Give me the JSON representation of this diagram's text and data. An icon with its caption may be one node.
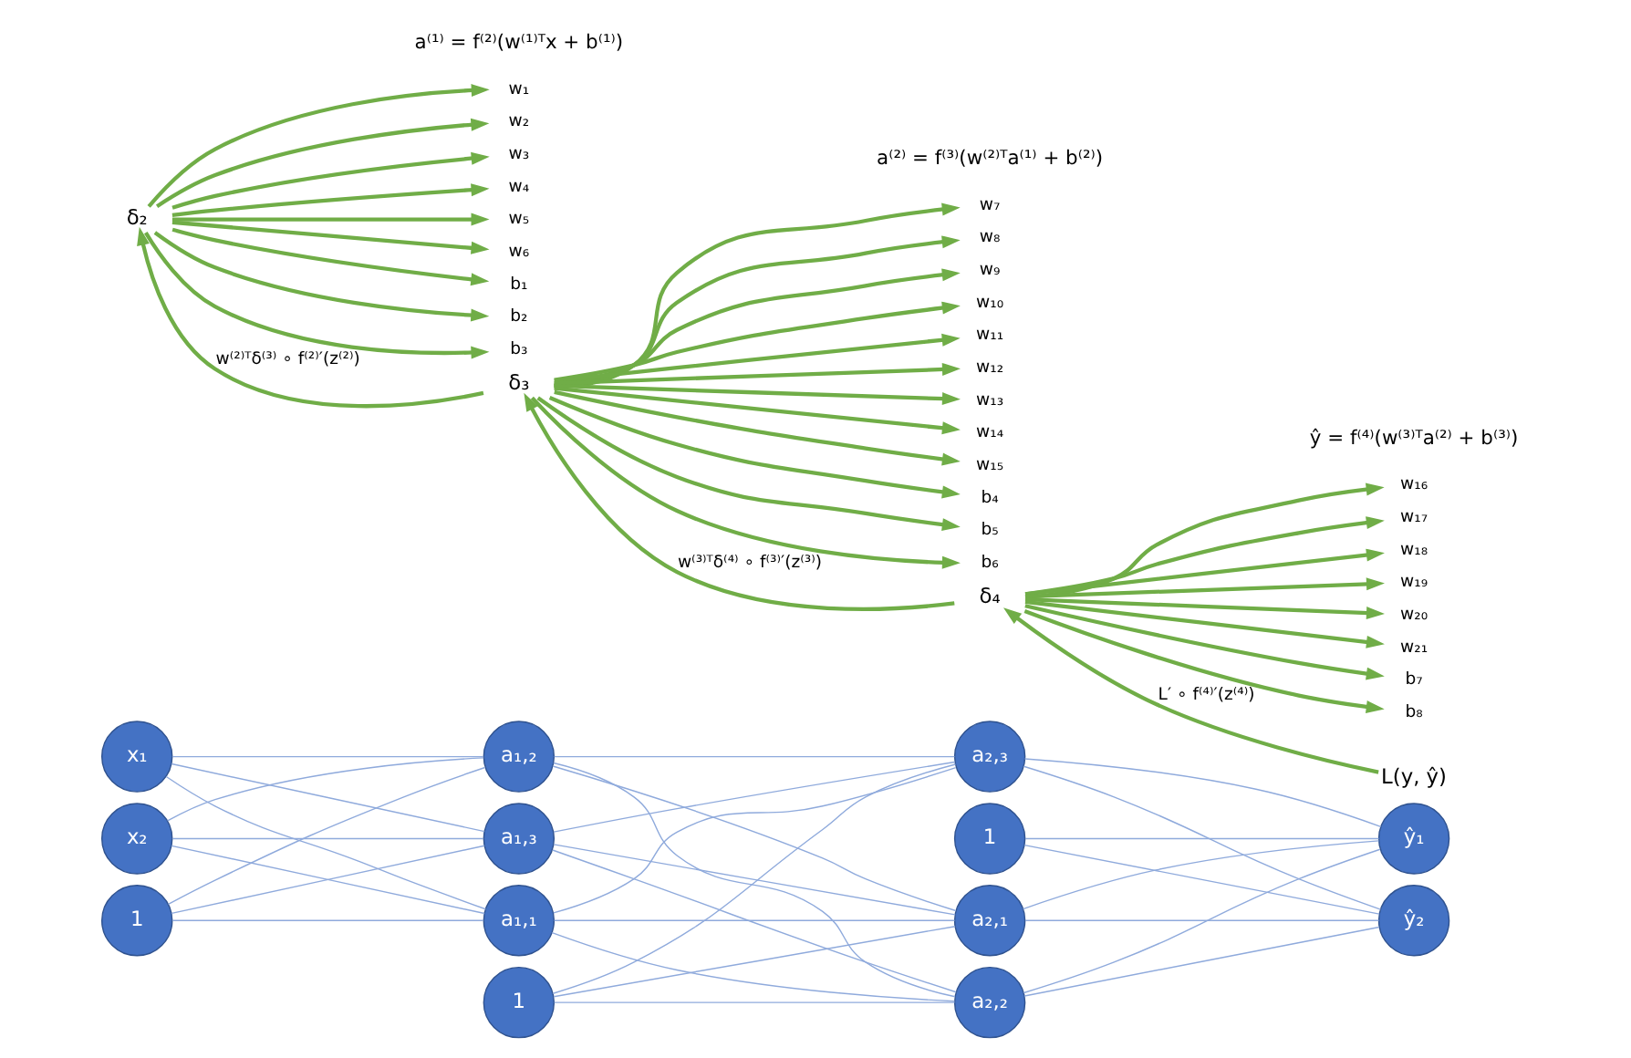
{
  "diagram": {
    "nodes": [
      {
        "text": [
          "x₁"
        ]
      },
      {
        "text": [
          "x₂"
        ]
      },
      {
        "text": [
          "1"
        ]
      },
      {
        "text": [
          "a₁,₁"
        ]
      },
      {
        "text": [
          "a₁,₂"
        ]
      },
      {
        "text": [
          "a₁,₃"
        ]
      },
      {
        "text": [
          "1"
        ]
      },
      {
        "text": [
          "a₂,₁"
        ]
      },
      {
        "text": [
          "a₂,₂"
        ]
      },
      {
        "text": [
          "a₂,₃"
        ]
      },
      {
        "text": [
          "1"
        ]
      },
      {
        "text": [
          "ŷ₁"
        ]
      },
      {
        "text": [
          "ŷ₂"
        ]
      },
      {
        "text": [
          "w₁"
        ]
      },
      {
        "text": [
          "w₂"
        ]
      },
      {
        "text": [
          "w₃"
        ]
      },
      {
        "text": [
          "w₄"
        ]
      },
      {
        "text": [
          "w₅"
        ]
      },
      {
        "text": [
          "w₆"
        ]
      },
      {
        "text": [
          "w₇"
        ]
      },
      {
        "text": [
          "w₈"
        ]
      },
      {
        "text": [
          "w₉"
        ]
      },
      {
        "text": [
          "w₁₀"
        ]
      },
      {
        "text": [
          "w₁₁"
        ]
      },
      {
        "text": [
          "w₁₂"
        ]
      },
      {
        "text": [
          "w₁₃"
        ]
      },
      {
        "text": [
          "w₁₄"
        ]
      },
      {
        "text": [
          "w₁₅"
        ]
      },
      {
        "text": [
          "w₁₆"
        ]
      },
      {
        "text": [
          "w₁₇"
        ]
      },
      {
        "text": [
          "w₁₈"
        ]
      },
      {
        "text": [
          "w₁₉"
        ]
      },
      {
        "text": [
          "w₂₀"
        ]
      },
      {
        "text": [
          "w₂₁"
        ]
      },
      {
        "text": [
          "b₁"
        ]
      },
      {
        "text": [
          "b₂"
        ]
      },
      {
        "text": [
          "b₃"
        ]
      },
      {
        "text": [
          "b₄"
        ]
      },
      {
        "text": [
          "b₅"
        ]
      },
      {
        "text": [
          "b₆"
        ]
      },
      {
        "text": [
          "b₇"
        ]
      },
      {
        "text": [
          "b₈"
        ]
      },
      {
        "text": [
          "δ₂"
        ]
      },
      {
        "text": [
          "δ₃"
        ]
      },
      {
        "text": [
          "δ₄"
        ]
      },
      {
        "text": [
          "L(y, ŷ)"
        ]
      }
    ],
    "edges": [
      {
        "from": 0,
        "to": 3,
        "arrow": "none",
        "color": "#8faadc"
      },
      {
        "from": 0,
        "to": 4,
        "arrow": "none",
        "color": "#8faadc"
      },
      {
        "from": 0,
        "to": 5,
        "arrow": "none",
        "color": "#8faadc"
      },
      {
        "from": 1,
        "to": 3,
        "arrow": "none",
        "color": "#8faadc"
      },
      {
        "from": 1,
        "to": 4,
        "arrow": "none",
        "color": "#8faadc"
      },
      {
        "from": 1,
        "to": 5,
        "arrow": "none",
        "color": "#8faadc"
      },
      {
        "from": 2,
        "to": 3,
        "arrow": "none",
        "color": "#8faadc"
      },
      {
        "from": 2,
        "to": 4,
        "arrow": "none",
        "color": "#8faadc"
      },
      {
        "from": 2,
        "to": 5,
        "arrow": "none",
        "color": "#8faadc"
      },
      {
        "from": 3,
        "to": 7,
        "arrow": "none",
        "color": "#8faadc"
      },
      {
        "from": 3,
        "to": 8,
        "arrow": "none",
        "color": "#8faadc"
      },
      {
        "from": 3,
        "to": 9,
        "arrow": "none",
        "color": "#8faadc"
      },
      {
        "from": 4,
        "to": 7,
        "arrow": "none",
        "color": "#8faadc"
      },
      {
        "from": 4,
        "to": 8,
        "arrow": "none",
        "color": "#8faadc"
      },
      {
        "from": 4,
        "to": 9,
        "arrow": "none",
        "color": "#8faadc"
      },
      {
        "from": 5,
        "to": 7,
        "arrow": "none",
        "color": "#8faadc"
      },
      {
        "from": 5,
        "to": 8,
        "arrow": "none",
        "color": "#8faadc"
      },
      {
        "from": 5,
        "to": 9,
        "arrow": "none",
        "color": "#8faadc"
      },
      {
        "from": 6,
        "to": 7,
        "arrow": "none",
        "color": "#8faadc"
      },
      {
        "from": 6,
        "to": 8,
        "arrow": "none",
        "color": "#8faadc"
      },
      {
        "from": 6,
        "to": 9,
        "arrow": "none",
        "color": "#8faadc"
      },
      {
        "from": 7,
        "to": 11,
        "arrow": "none",
        "color": "#8faadc"
      },
      {
        "from": 7,
        "to": 12,
        "arrow": "none",
        "color": "#8faadc"
      },
      {
        "from": 8,
        "to": 11,
        "arrow": "none",
        "color": "#8faadc"
      },
      {
        "from": 8,
        "to": 12,
        "arrow": "none",
        "color": "#8faadc"
      },
      {
        "from": 9,
        "to": 11,
        "arrow": "none",
        "color": "#8faadc"
      },
      {
        "from": 9,
        "to": 12,
        "arrow": "none",
        "color": "#8faadc"
      },
      {
        "from": 10,
        "to": 11,
        "arrow": "none",
        "color": "#8faadc"
      },
      {
        "from": 10,
        "to": 12,
        "arrow": "none",
        "color": "#8faadc"
      },
      {
        "from": 42,
        "to": 13,
        "arrow": "to"
      },
      {
        "from": 42,
        "to": 14,
        "arrow": "to"
      },
      {
        "from": 42,
        "to": 15,
        "arrow": "to"
      },
      {
        "from": 42,
        "to": 16,
        "arrow": "to"
      },
      {
        "from": 42,
        "to": 17,
        "arrow": "to"
      },
      {
        "from": 42,
        "to": 18,
        "arrow": "to"
      },
      {
        "from": 42,
        "to": 34,
        "arrow": "to"
      },
      {
        "from": 42,
        "to": 35,
        "arrow": "to"
      },
      {
        "from": 42,
        "to": 36,
        "arrow": "to"
      },
      {
        "from": 43,
        "to": 19,
        "arrow": "to"
      },
      {
        "from": 43,
        "to": 20,
        "arrow": "to"
      },
      {
        "from": 43,
        "to": 21,
        "arrow": "to"
      },
      {
        "from": 43,
        "to": 22,
        "arrow": "to"
      },
      {
        "from": 43,
        "to": 23,
        "arrow": "to"
      },
      {
        "from": 43,
        "to": 24,
        "arrow": "to"
      },
      {
        "from": 43,
        "to": 25,
        "arrow": "to"
      },
      {
        "from": 43,
        "to": 26,
        "arrow": "to"
      },
      {
        "from": 43,
        "to": 27,
        "arrow": "to"
      },
      {
        "from": 43,
        "to": 37,
        "arrow": "to"
      },
      {
        "from": 43,
        "to": 38,
        "arrow": "to"
      },
      {
        "from": 43,
        "to": 39,
        "arrow": "to"
      },
      {
        "from": 44,
        "to": 28,
        "arrow": "to"
      },
      {
        "from": 44,
        "to": 29,
        "arrow": "to"
      },
      {
        "from": 44,
        "to": 30,
        "arrow": "to"
      },
      {
        "from": 44,
        "to": 31,
        "arrow": "to"
      },
      {
        "from": 44,
        "to": 32,
        "arrow": "to"
      },
      {
        "from": 44,
        "to": 33,
        "arrow": "to"
      },
      {
        "from": 44,
        "to": 40,
        "arrow": "to"
      },
      {
        "from": 44,
        "to": 41,
        "arrow": "to"
      },
      {
        "from": 43,
        "to": 42,
        "arrow": "to",
        "label": "w⁽²⁾ᵀδ⁽³⁾ ∘ f⁽²⁾′(z⁽²⁾)"
      },
      {
        "from": 44,
        "to": 43,
        "arrow": "to",
        "label": "w⁽³⁾ᵀδ⁽⁴⁾ ∘ f⁽³⁾′(z⁽³⁾)"
      },
      {
        "from": 45,
        "to": 44,
        "arrow": "to",
        "label": "L′ ∘ f⁽⁴⁾′(z⁽⁴⁾)"
      }
    ],
    "labels": [
      "a⁽¹⁾ = f⁽²⁾(w⁽¹⁾ᵀx + b⁽¹⁾)",
      "a⁽²⁾ = f⁽³⁾(w⁽²⁾ᵀa⁽¹⁾ + b⁽²⁾)",
      "ŷ = f⁽⁴⁾(w⁽³⁾ᵀa⁽²⁾ + b⁽³⁾)"
    ]
  }
}
